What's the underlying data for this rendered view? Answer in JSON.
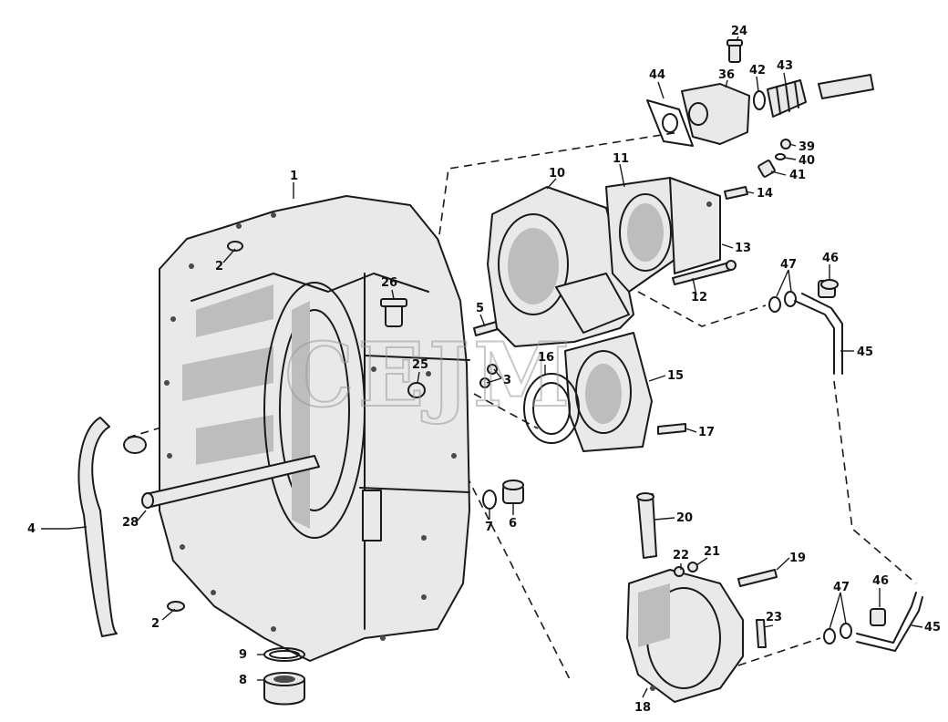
{
  "watermark": {
    "text": "CEJM"
  },
  "colors": {
    "line": "#1a1a1a",
    "fill": "#e9e9e9",
    "shade": "#bdbdbd",
    "watermark": "#9a9a9a"
  },
  "callouts": [
    "1",
    "2",
    "2",
    "3",
    "4",
    "5",
    "6",
    "7",
    "8",
    "9",
    "10",
    "11",
    "12",
    "13",
    "14",
    "15",
    "16",
    "17",
    "18",
    "19",
    "20",
    "21",
    "22",
    "23",
    "24",
    "25",
    "26",
    "28",
    "36",
    "39",
    "40",
    "41",
    "42",
    "43",
    "44",
    "45",
    "45",
    "46",
    "46",
    "47",
    "47"
  ]
}
